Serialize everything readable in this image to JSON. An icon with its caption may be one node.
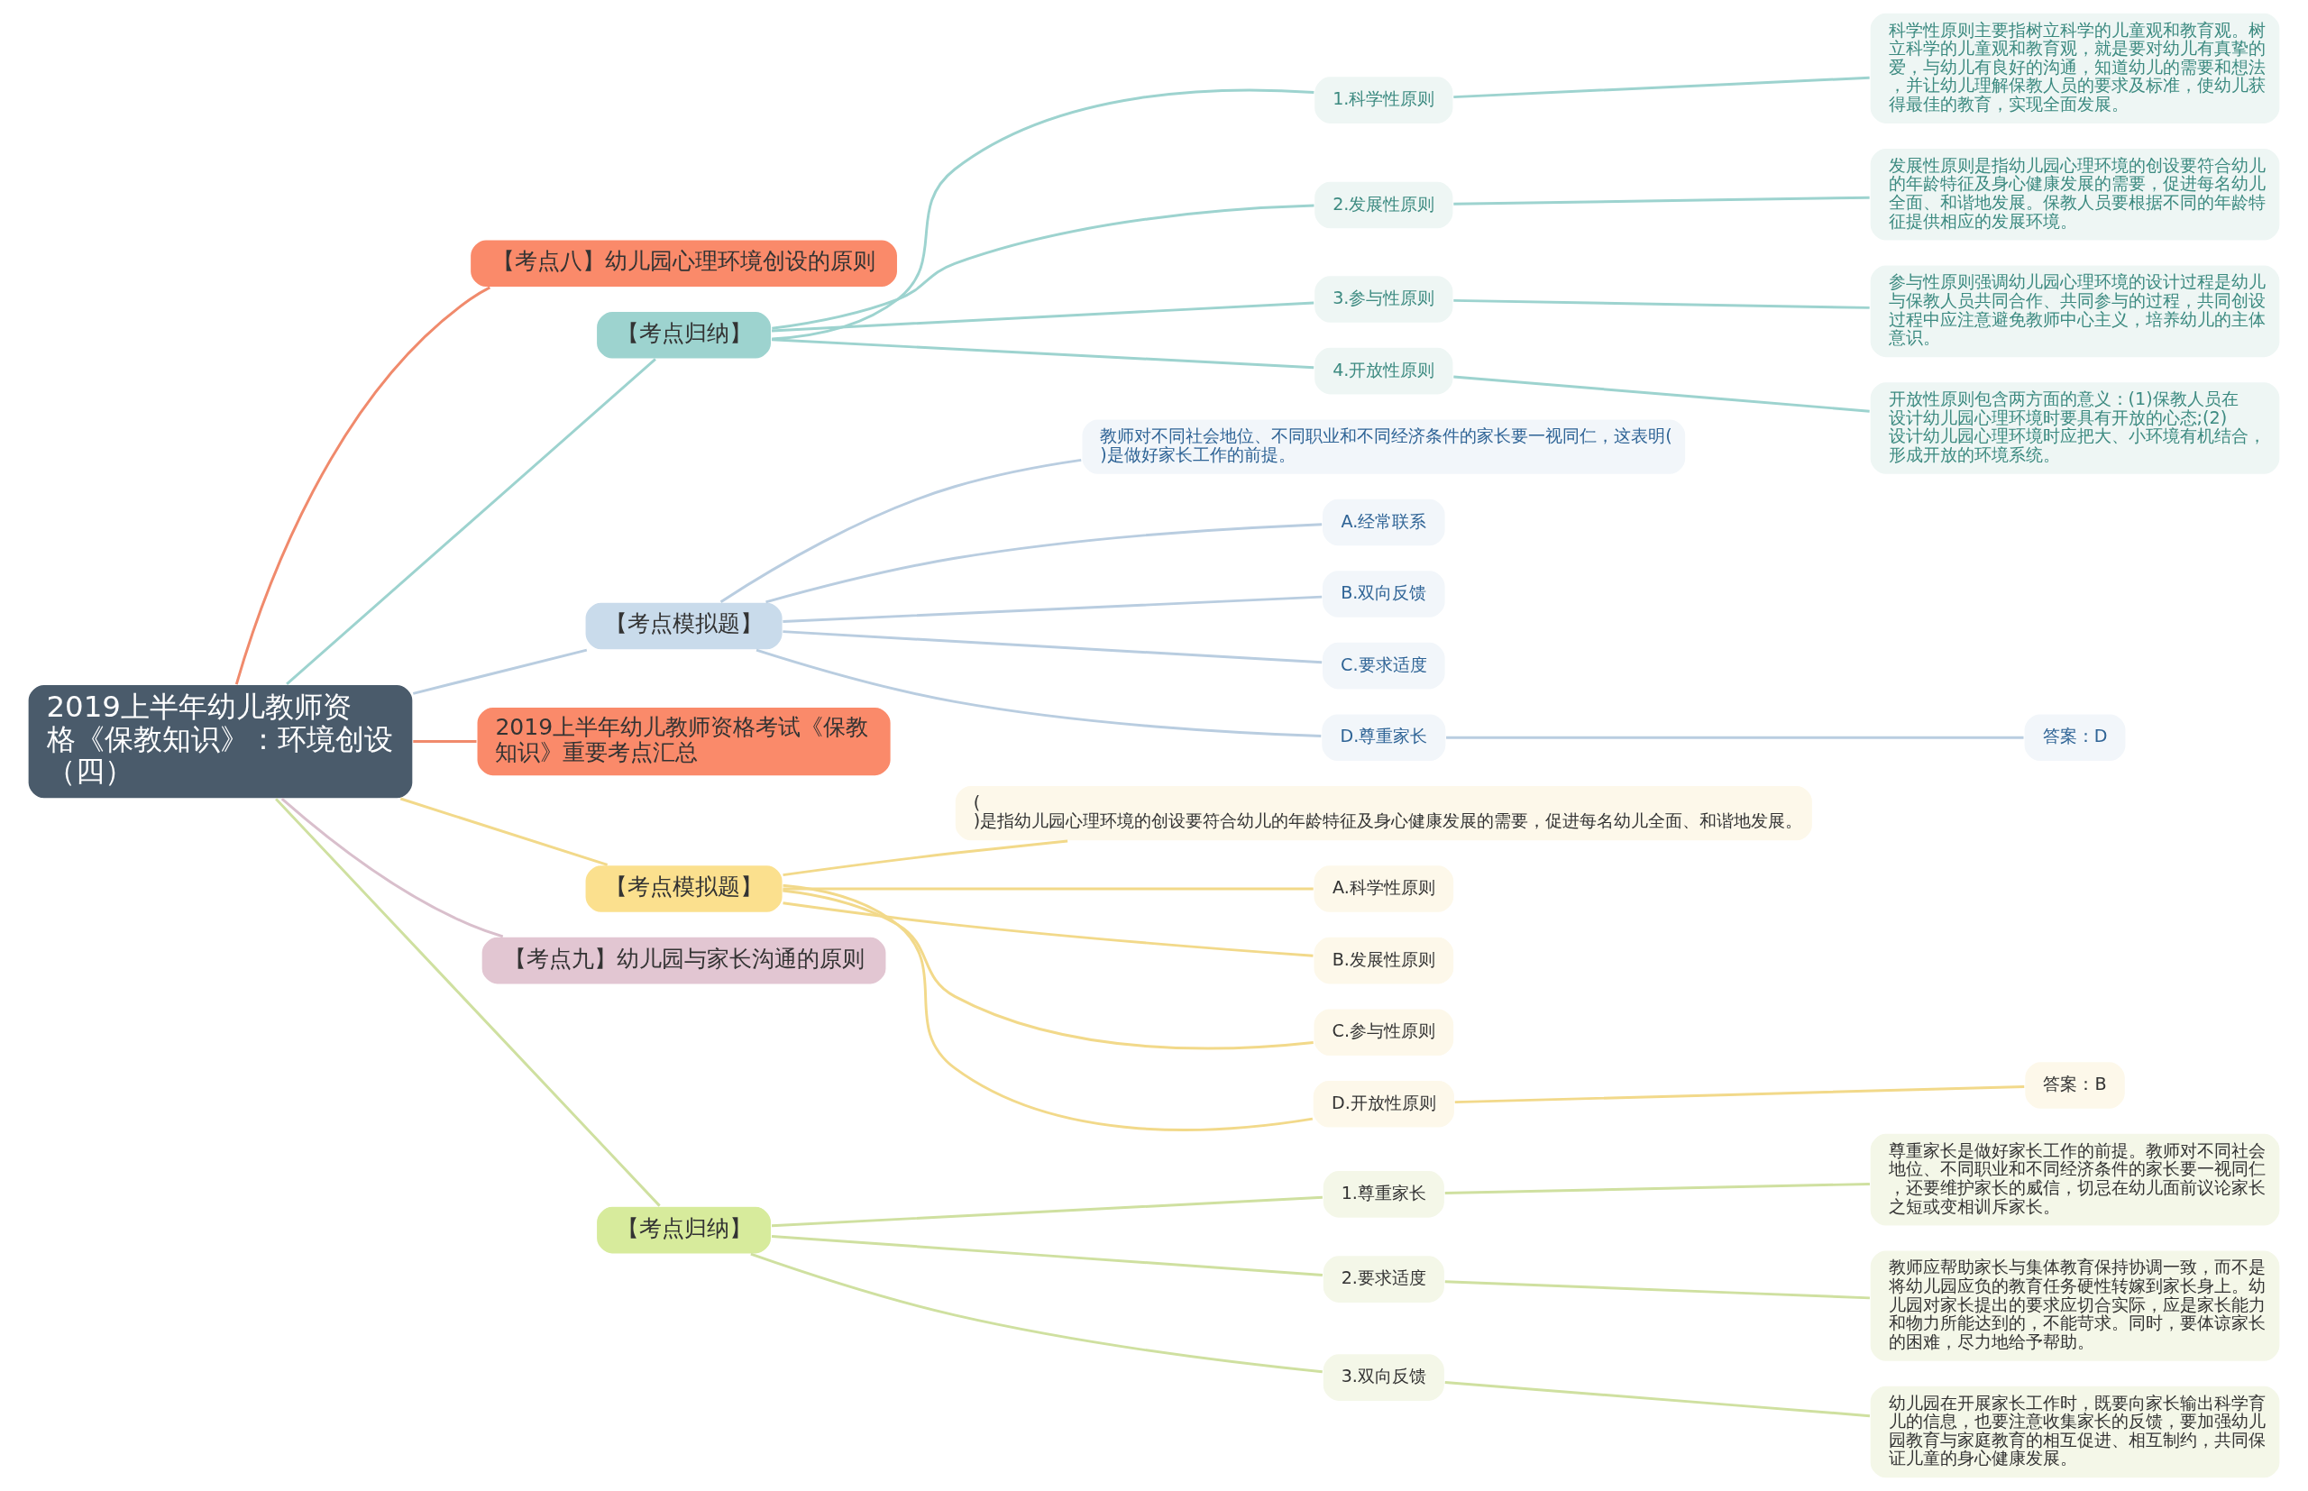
{
  "diagram": {
    "nodes": [
      {
        "text": [
          "2019上半年幼儿教师资格《保教知识》：环境创设（四）"
        ]
      },
      {
        "text": [
          "【考点八】幼儿园心理环境创设的原则"
        ]
      },
      {
        "text": [
          "【考点归纳】"
        ]
      },
      {
        "text": [
          "1.科学性原则"
        ]
      },
      {
        "text": [
          "科学性原则主要指树立科学的儿童观和教育观。树立科学的儿童观和教育观，就是要对幼儿有真挚的爱，与幼儿有良好的沟通，知道幼儿的需要和想法，并让幼儿理解保教人员的要求及标准，使幼儿获得最佳的教育，实现全面发展。"
        ]
      },
      {
        "text": [
          "2.发展性原则"
        ]
      },
      {
        "text": [
          "发展性原则是指幼儿园心理环境的创设要符合幼儿的年龄特征及身心健康发展的需要，促进每名幼儿全面、和谐地发展。保教人员要根据不同的年龄特征提供相应的发展环境。"
        ]
      },
      {
        "text": [
          "3.参与性原则"
        ]
      },
      {
        "text": [
          "参与性原则强调幼儿园心理环境的设计过程是幼儿与保教人员共同合作、共同参与的过程，共同创设过程中应注意避免教师中心主义，培养幼儿的主体意识。"
        ]
      },
      {
        "text": [
          "4.开放性原则"
        ]
      },
      {
        "text": [
          "开放性原则包含两方面的意义：(1)保教人员在设计幼儿园心理环境时要具有开放的心态;(2)设计幼儿园心理环境时应把大、小环境有机结合，形成开放的环境系统。"
        ]
      },
      {
        "text": [
          "【考点模拟题】"
        ]
      },
      {
        "text": [
          "教师对不同社会地位、不同职业和不同经济条件的家长要一视同仁，这表明( )是做好家长工作的前提。"
        ]
      },
      {
        "text": [
          "A.经常联系"
        ]
      },
      {
        "text": [
          "B.双向反馈"
        ]
      },
      {
        "text": [
          "C.要求适度"
        ]
      },
      {
        "text": [
          "D.尊重家长"
        ]
      },
      {
        "text": [
          "答案：D"
        ]
      },
      {
        "text": [
          "2019上半年幼儿教师资格考试《保教知识》重要考点汇总"
        ]
      },
      {
        "text": [
          "【考点模拟题】"
        ]
      },
      {
        "text": [
          "( )是指幼儿园心理环境的创设要符合幼儿的年龄特征及身心健康发展的需要，促进每名幼儿全面、和谐地发展。"
        ]
      },
      {
        "text": [
          "A.科学性原则"
        ]
      },
      {
        "text": [
          "B.发展性原则"
        ]
      },
      {
        "text": [
          "C.参与性原则"
        ]
      },
      {
        "text": [
          "D.开放性原则"
        ]
      },
      {
        "text": [
          "答案：B"
        ]
      },
      {
        "text": [
          "【考点九】幼儿园与家长沟通的原则"
        ]
      },
      {
        "text": [
          "【考点归纳】"
        ]
      },
      {
        "text": [
          "1.尊重家长"
        ]
      },
      {
        "text": [
          "尊重家长是做好家长工作的前提。教师对不同社会地位、不同职业和不同经济条件的家长要一视同仁，还要维护家长的威信，切忌在幼儿面前议论家长之短或变相训斥家长。"
        ]
      },
      {
        "text": [
          "2.要求适度"
        ]
      },
      {
        "text": [
          "教师应帮助家长与集体教育保持协调一致，而不是将幼儿园应负的教育任务硬性转嫁到家长身上。幼儿园对家长提出的要求应切合实际，应是家长能力和物力所能达到的，不能苛求。同时，要体谅家长的困难，尽力地给予帮助。"
        ]
      },
      {
        "text": [
          "3.双向反馈"
        ]
      },
      {
        "text": [
          "幼儿园在开展家长工作时，既要向家长输出科学育儿的信息，也要注意收集家长的反馈，要加强幼儿园教育与家庭教育的相互促进、相互制约，共同保证儿童的身心健康发展。"
        ]
      }
    ],
    "edges": [
      {
        "from": 0,
        "to": 1,
        "arrow": "none",
        "color": "#f08a6c"
      },
      {
        "from": 0,
        "to": 2,
        "arrow": "none",
        "color": "#9dd3cf"
      },
      {
        "from": 2,
        "to": 3,
        "arrow": "none",
        "color": "#9dd3cf"
      },
      {
        "from": 3,
        "to": 4,
        "arrow": "none",
        "color": "#9dd3cf"
      },
      {
        "from": 2,
        "to": 5,
        "arrow": "none",
        "color": "#9dd3cf"
      },
      {
        "from": 5,
        "to": 6,
        "arrow": "none",
        "color": "#9dd3cf"
      },
      {
        "from": 2,
        "to": 7,
        "arrow": "none",
        "color": "#9dd3cf"
      },
      {
        "from": 7,
        "to": 8,
        "arrow": "none",
        "color": "#9dd3cf"
      },
      {
        "from": 2,
        "to": 9,
        "arrow": "none",
        "color": "#9dd3cf"
      },
      {
        "from": 9,
        "to": 10,
        "arrow": "none",
        "color": "#9dd3cf"
      },
      {
        "from": 0,
        "to": 11,
        "arrow": "none",
        "color": "#b9cde0"
      },
      {
        "from": 11,
        "to": 12,
        "arrow": "none",
        "color": "#b9cde0"
      },
      {
        "from": 11,
        "to": 13,
        "arrow": "none",
        "color": "#b9cde0"
      },
      {
        "from": 11,
        "to": 14,
        "arrow": "none",
        "color": "#b9cde0"
      },
      {
        "from": 11,
        "to": 15,
        "arrow": "none",
        "color": "#b9cde0"
      },
      {
        "from": 11,
        "to": 16,
        "arrow": "none",
        "color": "#b9cde0"
      },
      {
        "from": 16,
        "to": 17,
        "arrow": "none",
        "color": "#b9cde0"
      },
      {
        "from": 0,
        "to": 18,
        "arrow": "none",
        "color": "#f08a6c"
      },
      {
        "from": 0,
        "to": 19,
        "arrow": "none",
        "color": "#f2d98a"
      },
      {
        "from": 19,
        "to": 20,
        "arrow": "none",
        "color": "#f2d98a"
      },
      {
        "from": 19,
        "to": 21,
        "arrow": "none",
        "color": "#f2d98a"
      },
      {
        "from": 19,
        "to": 22,
        "arrow": "none",
        "color": "#f2d98a"
      },
      {
        "from": 19,
        "to": 23,
        "arrow": "none",
        "color": "#f2d98a"
      },
      {
        "from": 19,
        "to": 24,
        "arrow": "none",
        "color": "#f2d98a"
      },
      {
        "from": 24,
        "to": 25,
        "arrow": "none",
        "color": "#f2d98a"
      },
      {
        "from": 0,
        "to": 26,
        "arrow": "none",
        "color": "#d9bfcc"
      },
      {
        "from": 0,
        "to": 27,
        "arrow": "none",
        "color": "#cfe0a0"
      },
      {
        "from": 27,
        "to": 28,
        "arrow": "none",
        "color": "#cfe0a0"
      },
      {
        "from": 28,
        "to": 29,
        "arrow": "none",
        "color": "#cfe0a0"
      },
      {
        "from": 27,
        "to": 30,
        "arrow": "none",
        "color": "#cfe0a0"
      },
      {
        "from": 30,
        "to": 31,
        "arrow": "none",
        "color": "#cfe0a0"
      },
      {
        "from": 27,
        "to": 32,
        "arrow": "none",
        "color": "#cfe0a0"
      },
      {
        "from": 32,
        "to": 33,
        "arrow": "none",
        "color": "#cfe0a0"
      }
    ]
  }
}
